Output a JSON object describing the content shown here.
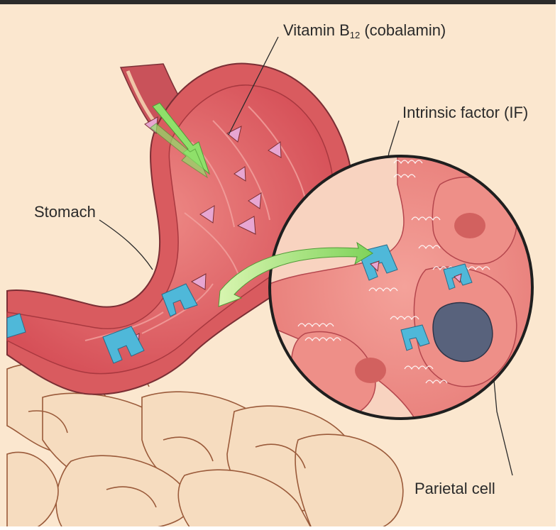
{
  "labels": {
    "vitamin_prefix": "Vitamin B",
    "vitamin_subscript": "12",
    "vitamin_suffix": " (cobalamin)",
    "intrinsic_factor": "Intrinsic factor (IF)",
    "stomach": "Stomach",
    "parietal_cell": "Parietal cell"
  },
  "colors": {
    "background": "#fbe7cf",
    "stomach_wall": "#d95b5f",
    "stomach_lumen": "#e57072",
    "vitamin_b12": "#e7a6d2",
    "intrinsic_factor": "#4fb8d9",
    "parietal_cell_nucleus": "#58627c",
    "arrow": "#8fe06a"
  }
}
